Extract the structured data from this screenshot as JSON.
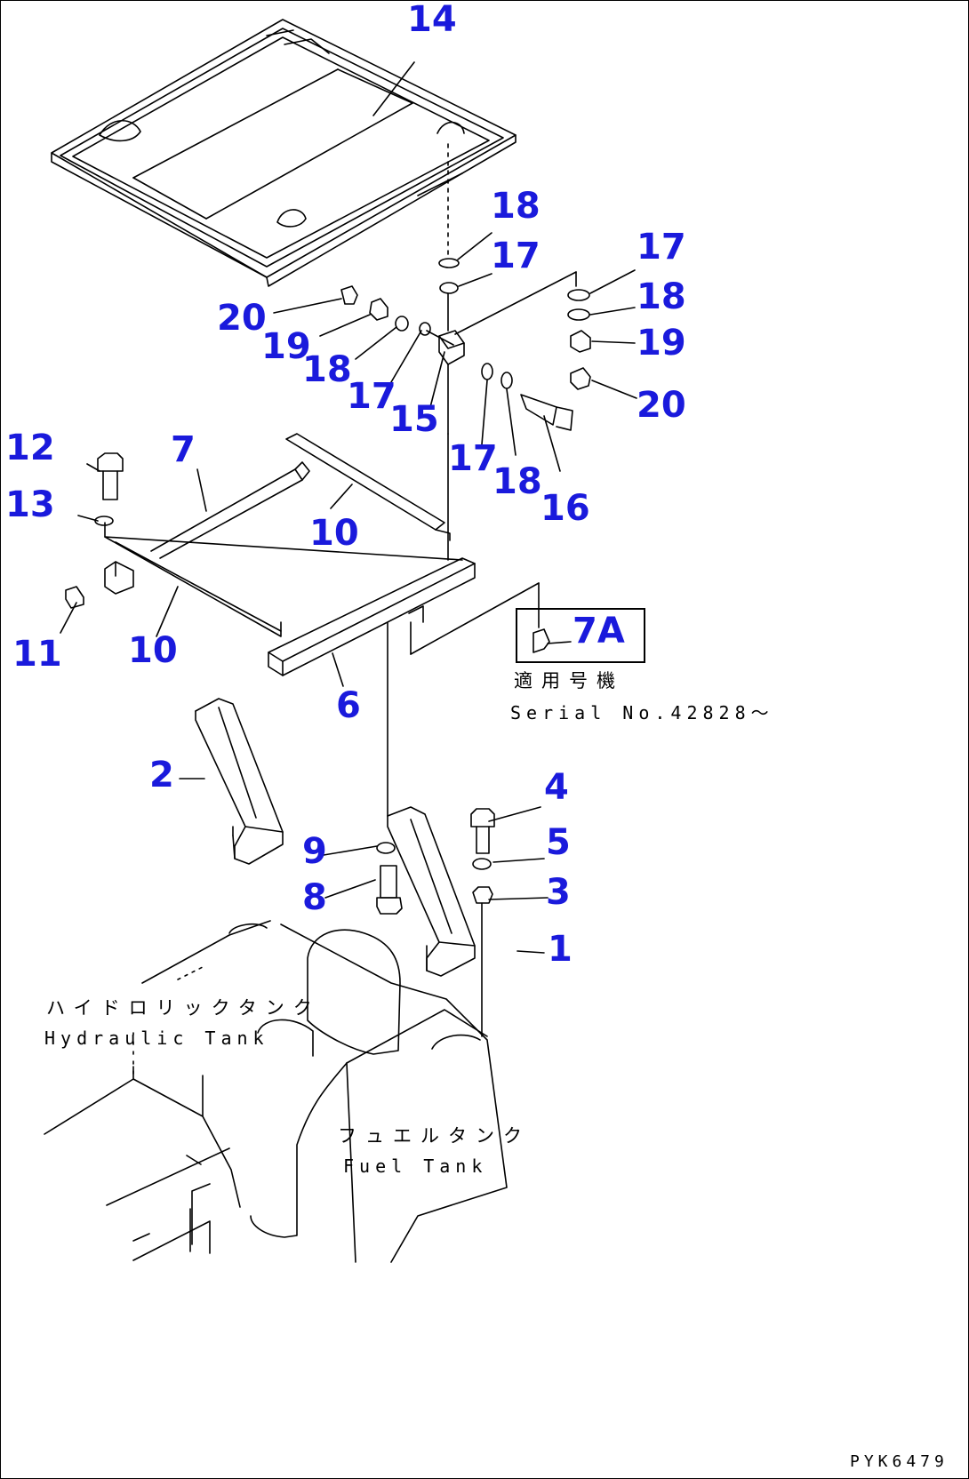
{
  "colors": {
    "callout": "#1a1adc",
    "line": "#000000",
    "background": "#ffffff"
  },
  "callouts": [
    {
      "id": "14",
      "text": "14"
    },
    {
      "id": "18a",
      "text": "18"
    },
    {
      "id": "17a",
      "text": "17"
    },
    {
      "id": "17b",
      "text": "17"
    },
    {
      "id": "18b",
      "text": "18"
    },
    {
      "id": "19a",
      "text": "19"
    },
    {
      "id": "20a",
      "text": "20"
    },
    {
      "id": "20b",
      "text": "20"
    },
    {
      "id": "19b",
      "text": "19"
    },
    {
      "id": "18c",
      "text": "18"
    },
    {
      "id": "17c",
      "text": "17"
    },
    {
      "id": "15",
      "text": "15"
    },
    {
      "id": "17d",
      "text": "17"
    },
    {
      "id": "18d",
      "text": "18"
    },
    {
      "id": "16",
      "text": "16"
    },
    {
      "id": "12",
      "text": "12"
    },
    {
      "id": "7",
      "text": "7"
    },
    {
      "id": "13",
      "text": "13"
    },
    {
      "id": "10a",
      "text": "10"
    },
    {
      "id": "11",
      "text": "11"
    },
    {
      "id": "10b",
      "text": "10"
    },
    {
      "id": "6",
      "text": "6"
    },
    {
      "id": "7A",
      "text": "7A"
    },
    {
      "id": "2",
      "text": "2"
    },
    {
      "id": "4",
      "text": "4"
    },
    {
      "id": "5",
      "text": "5"
    },
    {
      "id": "9",
      "text": "9"
    },
    {
      "id": "3",
      "text": "3"
    },
    {
      "id": "8",
      "text": "8"
    },
    {
      "id": "1",
      "text": "1"
    }
  ],
  "notes": {
    "serial_jp": "適用号機",
    "serial_en": "Serial No.42828～",
    "hydraulic_jp": "ハイドロリックタンク",
    "hydraulic_en": "Hydraulic Tank",
    "fuel_jp": "フュエルタンク",
    "fuel_en": "Fuel Tank",
    "drawing_code": "PYK6479"
  }
}
